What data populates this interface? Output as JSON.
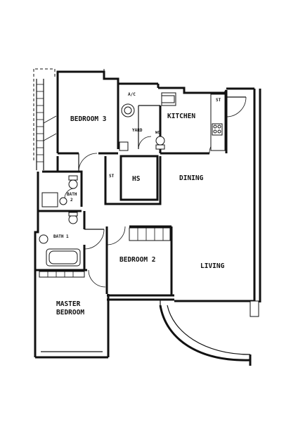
{
  "rooms": {
    "bedroom3": "BEDROOM 3",
    "ac": "A/C",
    "kitchen": "KITCHEN",
    "st_kitchen": "ST",
    "yard": "YARD",
    "wc": "WC",
    "hs": "HS",
    "st_hall": "ST",
    "dining": "DINING",
    "bath2": [
      "BATH",
      "2"
    ],
    "bath1": "BATH 1",
    "bedroom2": "BEDROOM 2",
    "living": "LIVING",
    "master_bedroom": [
      "MASTER",
      "BEDROOM"
    ]
  }
}
